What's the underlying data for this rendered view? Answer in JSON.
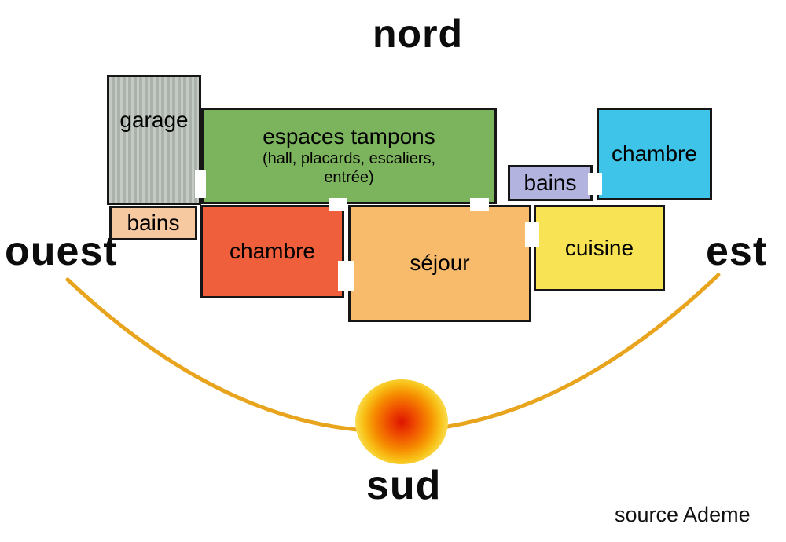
{
  "directions": {
    "north": "nord",
    "south": "sud",
    "west": "ouest",
    "east": "est"
  },
  "source_credit": "source Ademe",
  "rooms": {
    "garage": {
      "label": "garage",
      "color": "#b4bbb4"
    },
    "espaces_tampons": {
      "label": "espaces tampons",
      "details_line1": "(hall, placards, escaliers,",
      "details_line2": "entrée)",
      "color": "#7cb35d"
    },
    "bains_nord_est": {
      "label": "bains",
      "color": "#b2b4df"
    },
    "chambre_nord_est": {
      "label": "chambre",
      "color": "#3ec4e8"
    },
    "bains_ouest": {
      "label": "bains",
      "color": "#f6c9a0"
    },
    "chambre_sud_ouest": {
      "label": "chambre",
      "color": "#ef5f3b"
    },
    "sejour": {
      "label": "séjour",
      "color": "#f8bb6c"
    },
    "cuisine": {
      "label": "cuisine",
      "color": "#f8e354"
    }
  },
  "sun": {
    "arc_color": "#e9a41e",
    "core_color": "#dd1500",
    "glow_color": "#f8d83a"
  }
}
